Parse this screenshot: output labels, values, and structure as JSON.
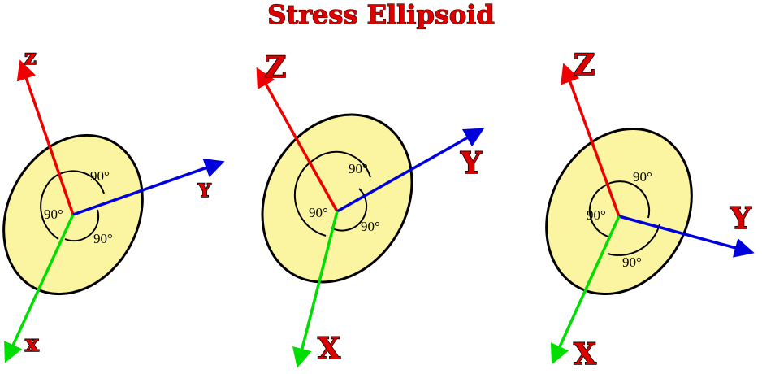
{
  "title": "Stress Ellipsoid",
  "colors": {
    "x_axis": "#00dd00",
    "y_axis": "#0000dd",
    "z_axis": "#ee0000",
    "ellipse_fill": "#fbf4a0",
    "title_fill": "#dd0000"
  },
  "panels": [
    {
      "labels": {
        "z": "z",
        "y": "Y",
        "x": "x"
      },
      "angles": [
        "90°",
        "90°",
        "90°"
      ]
    },
    {
      "labels": {
        "z": "Z",
        "y": "Y",
        "x": "X"
      },
      "angles": [
        "90°",
        "90°",
        "90°"
      ]
    },
    {
      "labels": {
        "z": "Z",
        "y": "Y",
        "x": "X"
      },
      "angles": [
        "90°",
        "90°",
        "90°"
      ]
    }
  ]
}
